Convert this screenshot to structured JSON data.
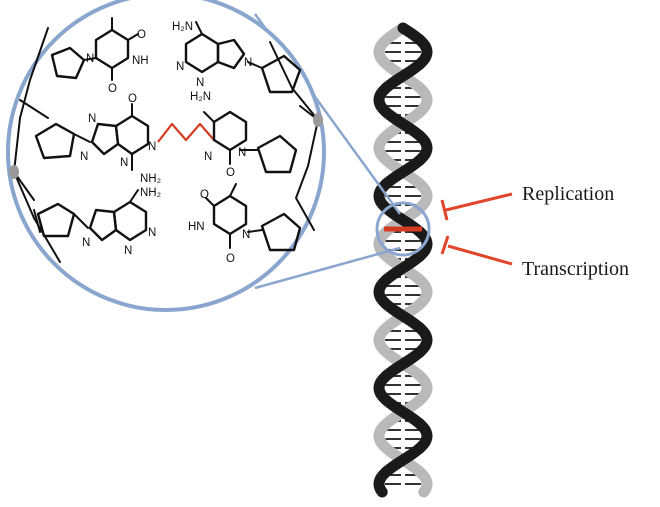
{
  "labels": {
    "replication": "Replication",
    "transcription": "Transcription"
  },
  "chemistry": {
    "atom_O": "O",
    "atom_N": "N",
    "atom_NH": "NH",
    "atom_HN": "HN",
    "atom_H2N": "H₂N",
    "atom_NH2": "NH₂"
  },
  "colors": {
    "magnifier_outline": "#8aa6cf",
    "crosslink_red": "#d63b22",
    "inhibitor_red": "#e0452a",
    "strand_dark": "#1a1a1a",
    "strand_light": "#b9b9b9",
    "base_pair_lines": "#333333"
  },
  "icons": {
    "crosslink": "interstrand-crosslink",
    "inhibit": "t-bar-inhibitor"
  }
}
